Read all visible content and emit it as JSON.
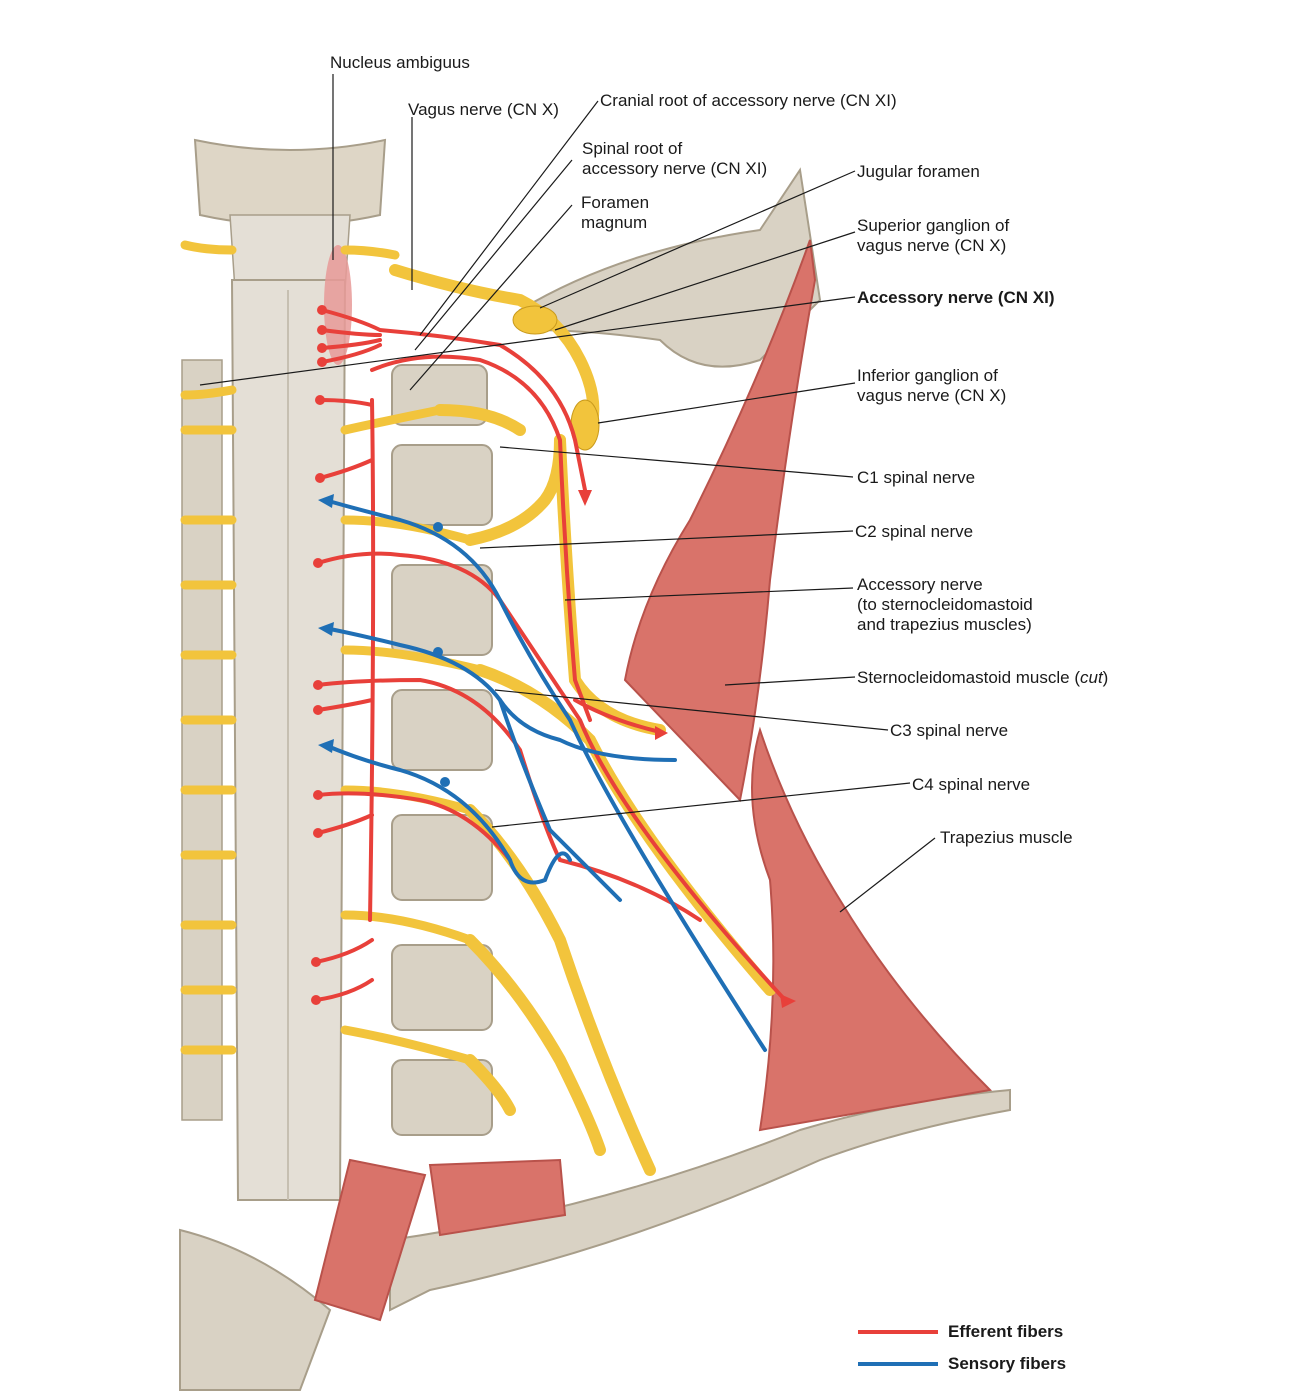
{
  "colors": {
    "efferent": "#e8403a",
    "sensory": "#1f6fb5",
    "nerve": "#f2c43c",
    "nerve_edge": "#c99a1c",
    "bone": "#d9d2c4",
    "bone_dark": "#b5ab98",
    "cord": "#e4dfd6",
    "muscle": "#d9736a",
    "muscle_dark": "#b9524b",
    "nucleus": "#e79a98"
  },
  "labels": {
    "nucleus_ambiguus": "Nucleus ambiguus",
    "vagus_nerve": "Vagus nerve (CN X)",
    "cranial_root": "Cranial root of accessory nerve (CN XI)",
    "spinal_root": "Spinal root of\naccessory nerve (CN XI)",
    "foramen_magnum": "Foramen\nmagnum",
    "jugular_foramen": "Jugular foramen",
    "superior_ganglion": "Superior ganglion of\nvagus nerve (CN X)",
    "accessory_nerve": "Accessory nerve (CN XI)",
    "inferior_ganglion": "Inferior ganglion of\nvagus nerve (CN X)",
    "c1": "C1 spinal nerve",
    "c2": "C2 spinal nerve",
    "accessory_to_muscles": "Accessory nerve\n(to sternocleidomastoid\nand trapezius muscles)",
    "scm_prefix": "Sternocleidomastoid muscle (",
    "scm_italic": "cut",
    "scm_suffix": ")",
    "c3": "C3 spinal nerve",
    "c4": "C4 spinal nerve",
    "trapezius": "Trapezius muscle"
  },
  "legend": {
    "efferent": "Efferent fibers",
    "sensory": "Sensory fibers"
  }
}
